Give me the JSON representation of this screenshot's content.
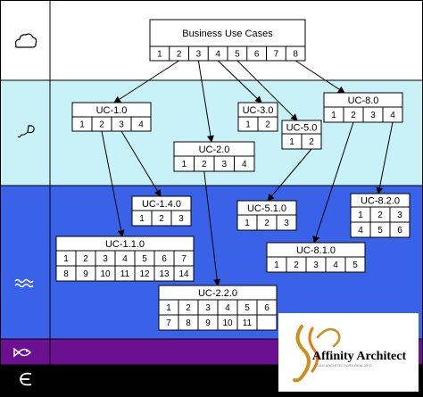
{
  "diagram": {
    "levels": [
      {
        "name": "cloud",
        "icon": "cloud-icon",
        "color": "#ffffff"
      },
      {
        "name": "kite",
        "icon": "kite-icon",
        "color": "#c8f2f8"
      },
      {
        "name": "sea",
        "icon": "waves-icon",
        "color": "#3a62e8"
      },
      {
        "name": "fish",
        "icon": "fish-icon",
        "color": "#6a1090"
      },
      {
        "name": "clam",
        "icon": "clam-icon",
        "color": "#000000"
      }
    ],
    "boxes": [
      {
        "id": "business",
        "title": "Business Use Cases",
        "rows": [
          [
            "1",
            "2",
            "3",
            "4",
            "5",
            "6",
            "7",
            "8"
          ]
        ]
      },
      {
        "id": "uc1",
        "title": "UC-1.0",
        "rows": [
          [
            "1",
            "2",
            "3",
            "4"
          ]
        ]
      },
      {
        "id": "uc2",
        "title": "UC-2.0",
        "rows": [
          [
            "1",
            "2",
            "3",
            "4"
          ]
        ]
      },
      {
        "id": "uc3",
        "title": "UC-3.0",
        "rows": [
          [
            "1",
            "2"
          ]
        ]
      },
      {
        "id": "uc5",
        "title": "UC-5.0",
        "rows": [
          [
            "1",
            "2"
          ]
        ]
      },
      {
        "id": "uc8",
        "title": "UC-8.0",
        "rows": [
          [
            "1",
            "2",
            "3",
            "4"
          ]
        ]
      },
      {
        "id": "uc140",
        "title": "UC-1.4.0",
        "rows": [
          [
            "1",
            "2",
            "3"
          ]
        ]
      },
      {
        "id": "uc510",
        "title": "UC-5.1.0",
        "rows": [
          [
            "1",
            "2",
            "3"
          ]
        ]
      },
      {
        "id": "uc820",
        "title": "UC-8.2.0",
        "rows": [
          [
            "1",
            "2",
            "3"
          ],
          [
            "4",
            "5",
            "6"
          ]
        ]
      },
      {
        "id": "uc110",
        "title": "UC-1.1.0",
        "rows": [
          [
            "1",
            "2",
            "3",
            "4",
            "5",
            "6",
            "7"
          ],
          [
            "8",
            "9",
            "10",
            "11",
            "12",
            "13",
            "14"
          ]
        ]
      },
      {
        "id": "uc810",
        "title": "UC-8.1.0",
        "rows": [
          [
            "1",
            "2",
            "3",
            "4",
            "5"
          ]
        ]
      },
      {
        "id": "uc220",
        "title": "UC-2.2.0",
        "rows": [
          [
            "1",
            "2",
            "3",
            "4",
            "5",
            "6"
          ],
          [
            "7",
            "8",
            "9",
            "10",
            "11"
          ]
        ]
      }
    ],
    "highlighted_cell": {
      "box": "uc110",
      "value": "14",
      "color": "#2255cc"
    },
    "links": [
      {
        "from": "business.2",
        "to": "uc1"
      },
      {
        "from": "business.3",
        "to": "uc2"
      },
      {
        "from": "business.4",
        "to": "uc3"
      },
      {
        "from": "business.5",
        "to": "uc5"
      },
      {
        "from": "business.8",
        "to": "uc8"
      },
      {
        "from": "uc1.3",
        "to": "uc140"
      },
      {
        "from": "uc1.2",
        "to": "uc110"
      },
      {
        "from": "uc2.2",
        "to": "uc220"
      },
      {
        "from": "uc5.2",
        "to": "uc510"
      },
      {
        "from": "uc8.2",
        "to": "uc810"
      },
      {
        "from": "uc8.4",
        "to": "uc820"
      }
    ]
  },
  "logo": {
    "name": "Affinity Architect",
    "tagline": "AGILE ARCHITECTURE REALIZED",
    "colors": {
      "gold": "#c8901c",
      "orange": "#e87810"
    }
  }
}
